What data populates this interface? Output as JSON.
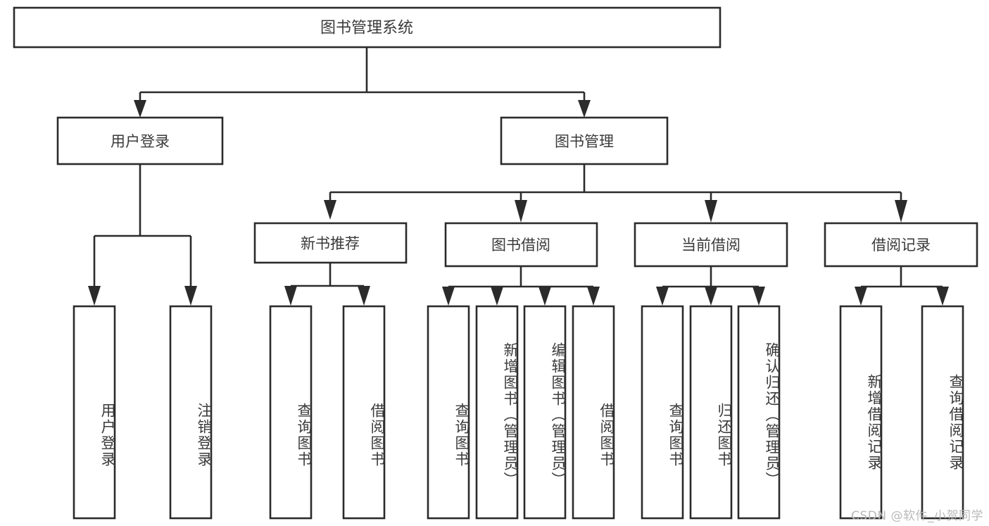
{
  "diagram": {
    "type": "tree",
    "title": "图书管理系统",
    "watermark": "CSDN @软件_小贺同学",
    "colors": {
      "stroke": "#2b2b2b",
      "text": "#3a3a3a",
      "fill": "#ffffff",
      "watermark": "#b9b9b9"
    },
    "root": {
      "label": "图书管理系统"
    },
    "level2": [
      {
        "label": "用户登录"
      },
      {
        "label": "图书管理"
      }
    ],
    "level3": [
      {
        "label": "新书推荐"
      },
      {
        "label": "图书借阅"
      },
      {
        "label": "当前借阅"
      },
      {
        "label": "借阅记录"
      }
    ],
    "leaves": {
      "user_login": [
        {
          "label": "用户登录"
        },
        {
          "label": "注销登录"
        }
      ],
      "new_book": [
        {
          "label": "查询图书"
        },
        {
          "label": "借阅图书"
        }
      ],
      "book_borrow": [
        {
          "label": "查询图书"
        },
        {
          "label": "新增图书（管理员）"
        },
        {
          "label": "编辑图书（管理员）"
        },
        {
          "label": "借阅图书"
        }
      ],
      "current_borrow": [
        {
          "label": "查询图书"
        },
        {
          "label": "归还图书"
        },
        {
          "label": "确认归还（管理员）"
        }
      ],
      "borrow_record": [
        {
          "label": "新增借阅记录"
        },
        {
          "label": "查询借阅记录"
        }
      ]
    }
  }
}
